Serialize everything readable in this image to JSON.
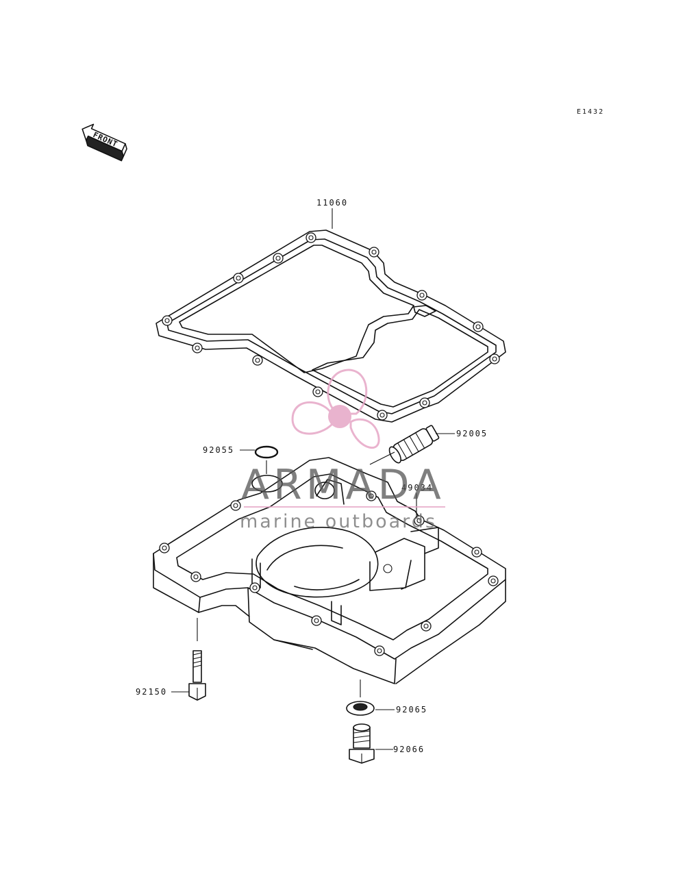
{
  "diagram": {
    "code": "E1432",
    "front_label": "FRONT"
  },
  "parts": {
    "gasket": "11060",
    "strainer": "92005",
    "o_ring": "92055",
    "pipe": "49034",
    "bolt": "92150",
    "washer": "92065",
    "drain_plug": "92066"
  },
  "watermark": {
    "title": "ARMADA",
    "subtitle": "marine outboards",
    "color_logo": "#e6a6c6",
    "color_text": "#6a6a6a"
  }
}
